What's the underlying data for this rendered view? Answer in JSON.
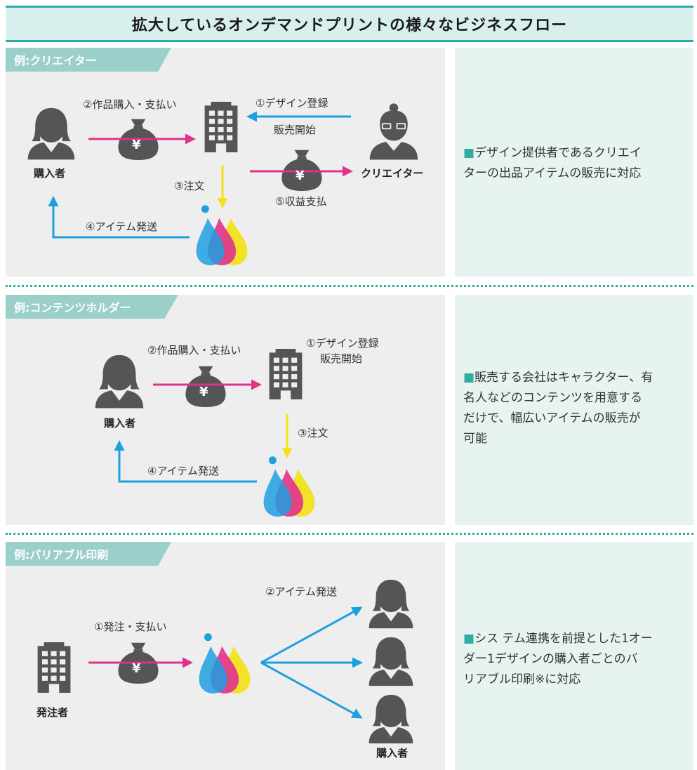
{
  "title": "拡大しているオンデマンドプリントの様々なビジネスフロー",
  "colors": {
    "accent": "#2fada3",
    "magenta": "#e0318c",
    "cyan": "#1e9fe0",
    "yellow": "#f2e21c",
    "icon_gray": "#555555"
  },
  "sections": [
    {
      "label": "例:クリエイター",
      "buyer": "購入者",
      "creator": "クリエイター",
      "step1": "①デザイン登録",
      "step1b": "販売開始",
      "step2": "②作品購入・支払い",
      "step3": "③注文",
      "step4": "④アイテム発送",
      "step5": "⑤収益支払",
      "desc_lines": [
        "■デザイン提供者であるクリエイ",
        "ターの出品アイテムの販売に対応"
      ]
    },
    {
      "label": "例:コンテンツホルダー",
      "buyer": "購入者",
      "step1": "①デザイン登録",
      "step1b": "販売開始",
      "step2": "②作品購入・支払い",
      "step3": "③注文",
      "step4": "④アイテム発送",
      "desc_lines": [
        "■販売する会社はキャラクター、有",
        "名人などのコンテンツを用意する",
        "だけで、幅広いアイテムの販売が",
        "可能"
      ]
    },
    {
      "label": "例:バリアブル印刷",
      "orderer": "発注者",
      "buyer": "購入者",
      "step1": "①発注・支払い",
      "step2": "②アイテム発送",
      "desc_lines": [
        "■シス テム連携を前提とした1オー",
        "ダー1デザインの購入者ごとのバ",
        "リアブル印刷※に対応"
      ]
    }
  ],
  "icons": {
    "person": "person-icon",
    "creator": "creator-person-icon",
    "building": "building-icon",
    "money_bag": "yen-money-bag-icon",
    "ink_drops": "ink-drops-icon",
    "yen_symbol": "¥"
  }
}
